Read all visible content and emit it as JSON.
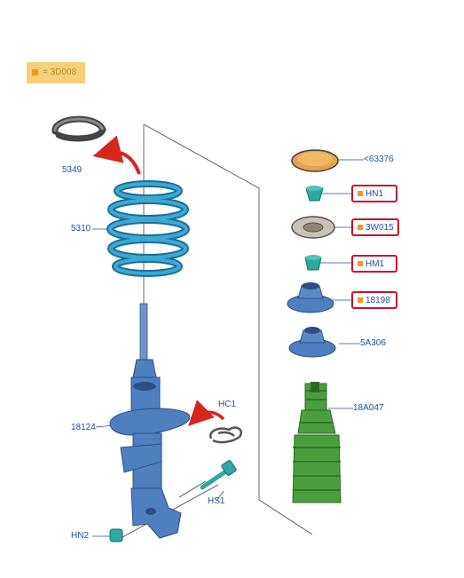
{
  "legend": {
    "text": "= 3D008",
    "marker_color": "#f29a1a"
  },
  "labels": {
    "p5349": "5349",
    "p5310": "5310",
    "p18124": "18124",
    "pHC1": "HC1",
    "pHS1": "HS1",
    "pHN2": "HN2",
    "p63376": "<63376",
    "p5A306": "5A306",
    "p18A047": "18A047"
  },
  "highlighted": {
    "pHN1": "HN1",
    "p3W015": "3W015",
    "pHM1": "HM1",
    "p18198": "18198"
  },
  "colors": {
    "part_blue": "#4f7fbf",
    "spring": "#3aa9d4",
    "green": "#4a9f3d",
    "teal": "#2fa9a0",
    "arrow": "#d8261c",
    "highlight_border": "#c8102e"
  }
}
